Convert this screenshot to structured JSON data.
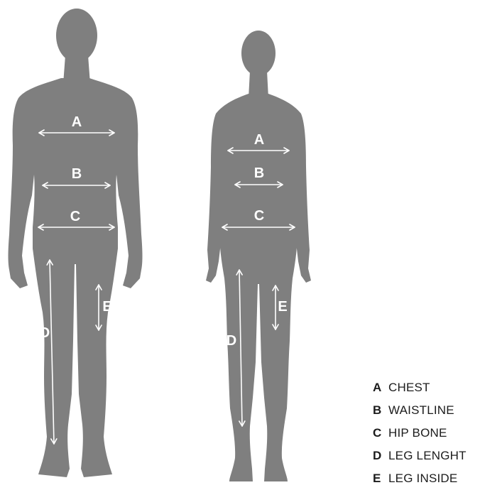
{
  "colors": {
    "silhouette": "#7f7f7f",
    "arrows": "#ffffff",
    "legend_text": "#1c1c1c"
  },
  "figures": {
    "male": {
      "labels": {
        "a": "A",
        "b": "B",
        "c": "C",
        "d": "D",
        "e": "E"
      }
    },
    "female": {
      "labels": {
        "a": "A",
        "b": "B",
        "c": "C",
        "d": "D",
        "e": "E"
      }
    }
  },
  "legend": [
    {
      "key": "A",
      "text": "CHEST"
    },
    {
      "key": "B",
      "text": "WAISTLINE"
    },
    {
      "key": "C",
      "text": "HIP BONE"
    },
    {
      "key": "D",
      "text": "LEG LENGHT"
    },
    {
      "key": "E",
      "text": "LEG INSIDE"
    }
  ]
}
